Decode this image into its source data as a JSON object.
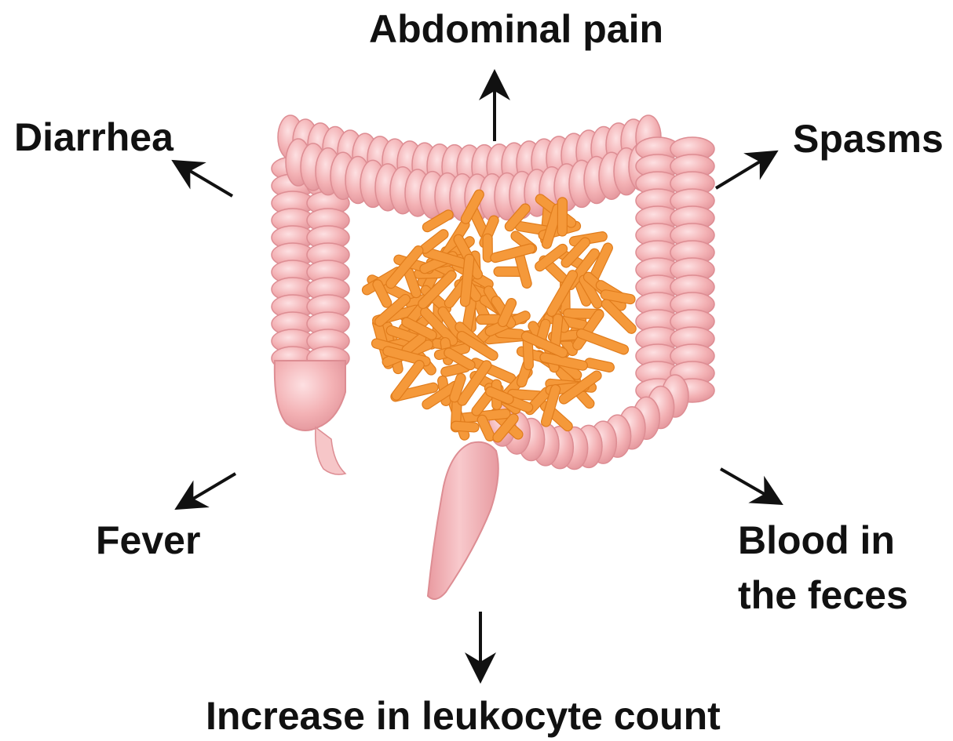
{
  "labels": {
    "abdominal_pain": "Abdominal pain",
    "diarrhea": "Diarrhea",
    "spasms": "Spasms",
    "fever": "Fever",
    "blood_line1": "Blood in",
    "blood_line2": "the feces",
    "leukocyte": "Increase in leukocyte count"
  },
  "colors": {
    "colon_fill": "#f3b1b4",
    "colon_stroke": "#dd8d93",
    "colon_highlight": "#fbd6d8",
    "bacteria_fill": "#f5993a",
    "bacteria_stroke": "#e07c1c",
    "arrow": "#111111",
    "text": "#111111"
  }
}
